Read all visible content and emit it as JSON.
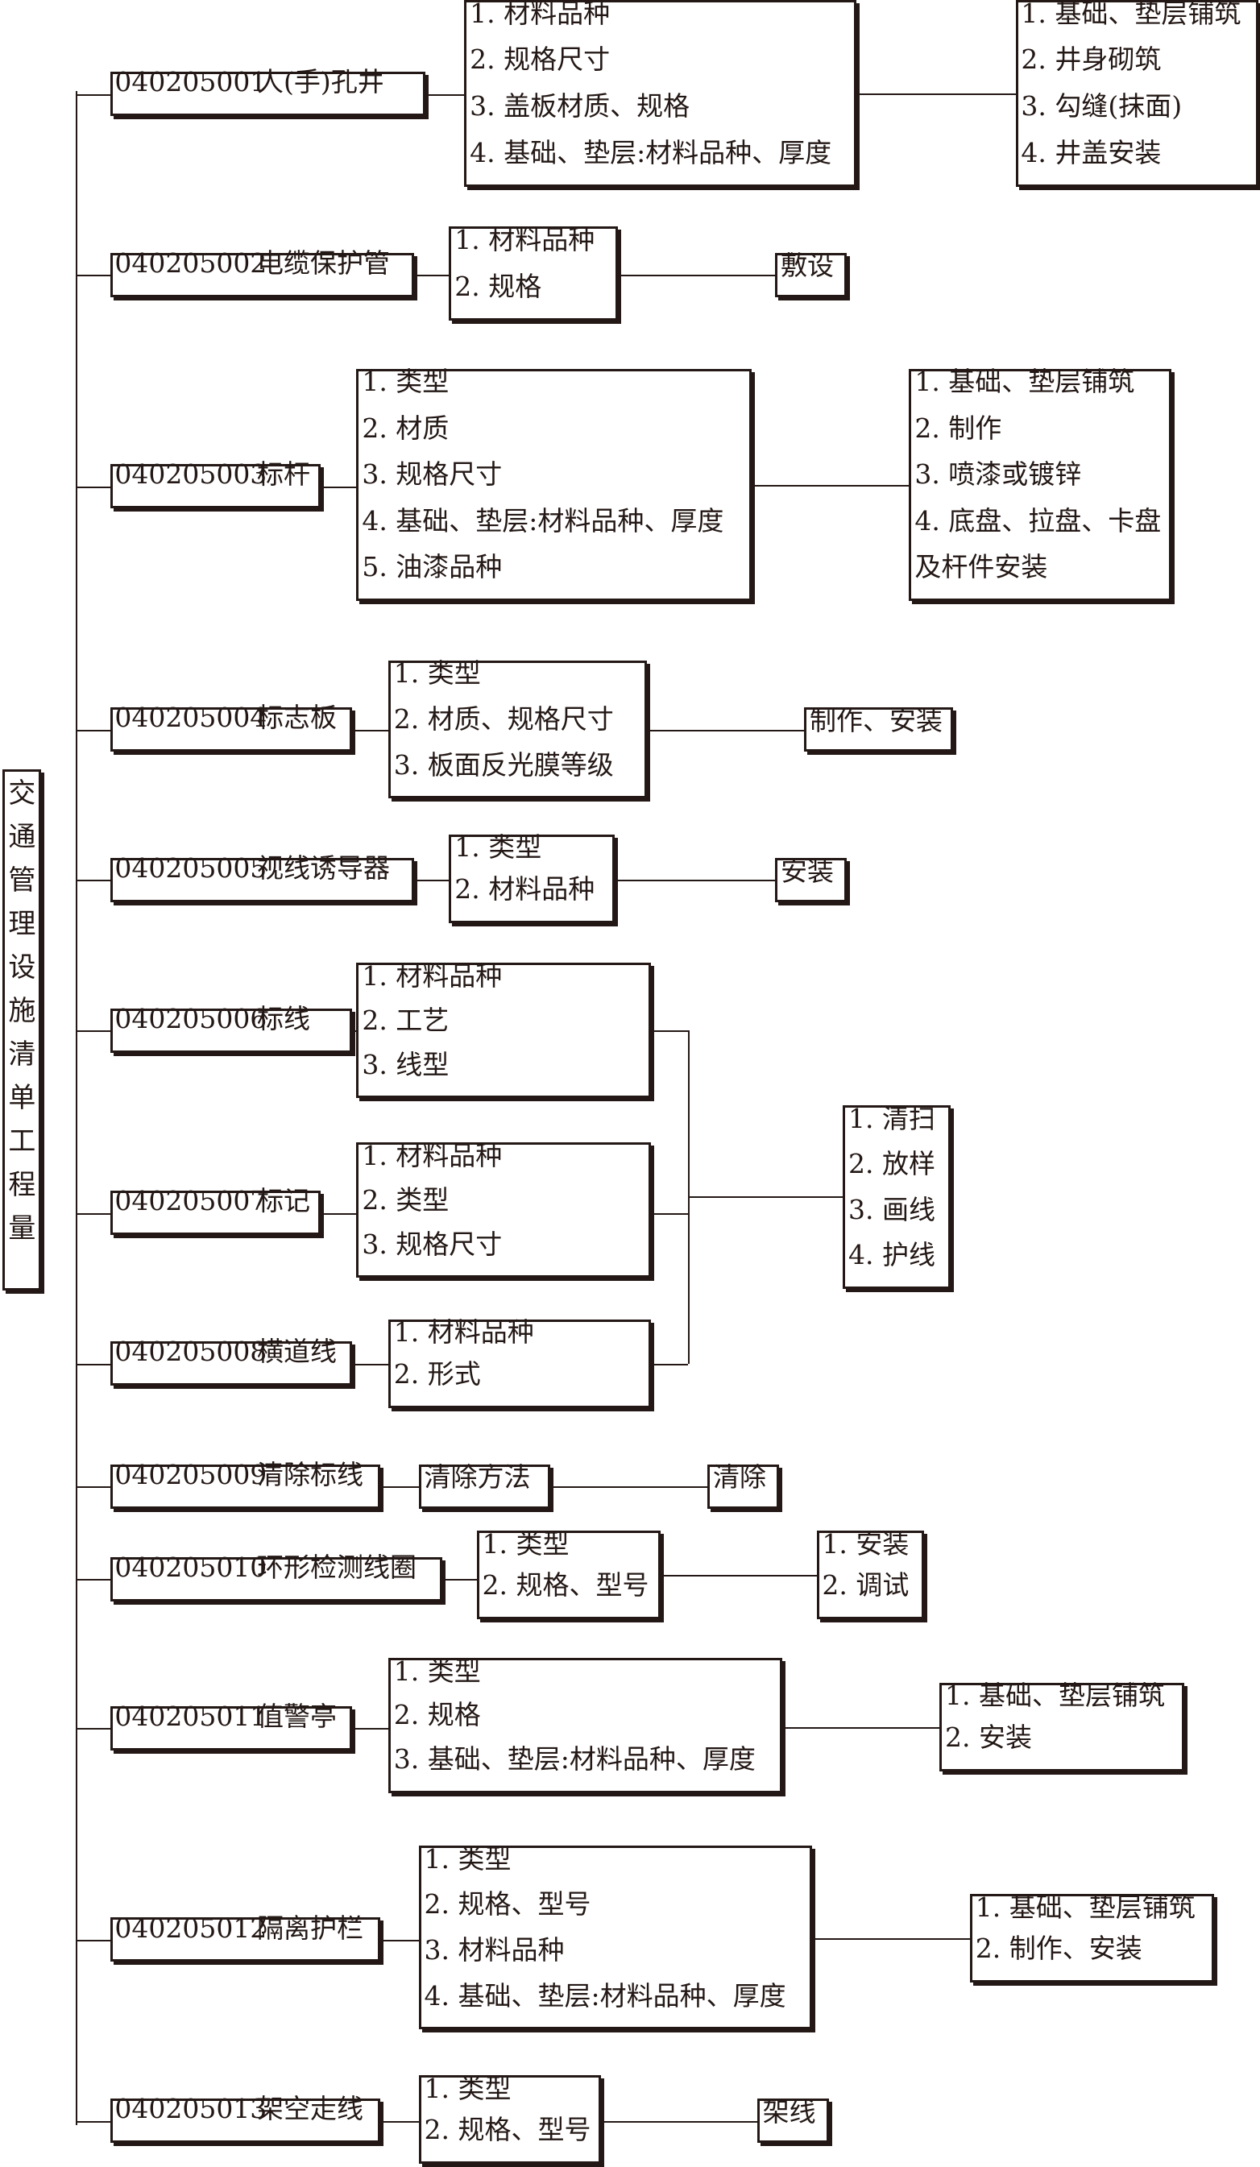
{
  "root": {
    "title": "交通管理设施清单工程量"
  },
  "items": [
    {
      "code": "040205001",
      "name": "人(手)孔井",
      "features": [
        "1. 材料品种",
        "2. 规格尺寸",
        "3. 盖板材质、规格",
        "4. 基础、垫层:材料品种、厚度"
      ],
      "work": [
        "1. 基础、垫层铺筑",
        "2. 井身砌筑",
        "3. 勾缝(抹面)",
        "4. 井盖安装"
      ]
    },
    {
      "code": "040205002",
      "name": "电缆保护管",
      "features": [
        "1. 材料品种",
        "2. 规格"
      ],
      "work": [
        "敷设"
      ]
    },
    {
      "code": "040205003",
      "name": "标杆",
      "features": [
        "1. 类型",
        "2. 材质",
        "3. 规格尺寸",
        "4. 基础、垫层:材料品种、厚度",
        "5. 油漆品种"
      ],
      "work": [
        "1. 基础、垫层铺筑",
        "2. 制作",
        "3. 喷漆或镀锌",
        "4. 底盘、拉盘、卡盘",
        "及杆件安装"
      ]
    },
    {
      "code": "040205004",
      "name": "标志板",
      "features": [
        "1. 类型",
        "2. 材质、规格尺寸",
        "3. 板面反光膜等级"
      ],
      "work": [
        "制作、安装"
      ]
    },
    {
      "code": "040205005",
      "name": "视线诱导器",
      "features": [
        "1. 类型",
        "2. 材料品种"
      ],
      "work": [
        "安装"
      ]
    },
    {
      "code": "040205006",
      "name": "标线",
      "features": [
        "1. 材料品种",
        "2. 工艺",
        "3. 线型"
      ]
    },
    {
      "code": "040205007",
      "name": "标记",
      "features": [
        "1. 材料品种",
        "2. 类型",
        "3. 规格尺寸"
      ]
    },
    {
      "code": "040205008",
      "name": "横道线",
      "features": [
        "1. 材料品种",
        "2. 形式"
      ]
    },
    {
      "code": "040205009",
      "name": "清除标线",
      "features": [
        "清除方法"
      ],
      "work": [
        "清除"
      ]
    },
    {
      "code": "040205010",
      "name": "环形检测线圈",
      "features": [
        "1. 类型",
        "2. 规格、型号"
      ],
      "work": [
        "1. 安装",
        "2. 调试"
      ]
    },
    {
      "code": "040205011",
      "name": "值警亭",
      "features": [
        "1. 类型",
        "2. 规格",
        "3. 基础、垫层:材料品种、厚度"
      ],
      "work": [
        "1. 基础、垫层铺筑",
        "2. 安装"
      ]
    },
    {
      "code": "040205012",
      "name": "隔离护栏",
      "features": [
        "1. 类型",
        "2. 规格、型号",
        "3. 材料品种",
        "4. 基础、垫层:材料品种、厚度"
      ],
      "work": [
        "1. 基础、垫层铺筑",
        "2. 制作、安装"
      ]
    },
    {
      "code": "040205013",
      "name": "架空走线",
      "features": [
        "1. 类型",
        "2. 规格、型号"
      ],
      "work": [
        "架线"
      ]
    }
  ],
  "shared_work": [
    "1. 清扫",
    "2. 放样",
    "3. 画线",
    "4. 护线"
  ]
}
